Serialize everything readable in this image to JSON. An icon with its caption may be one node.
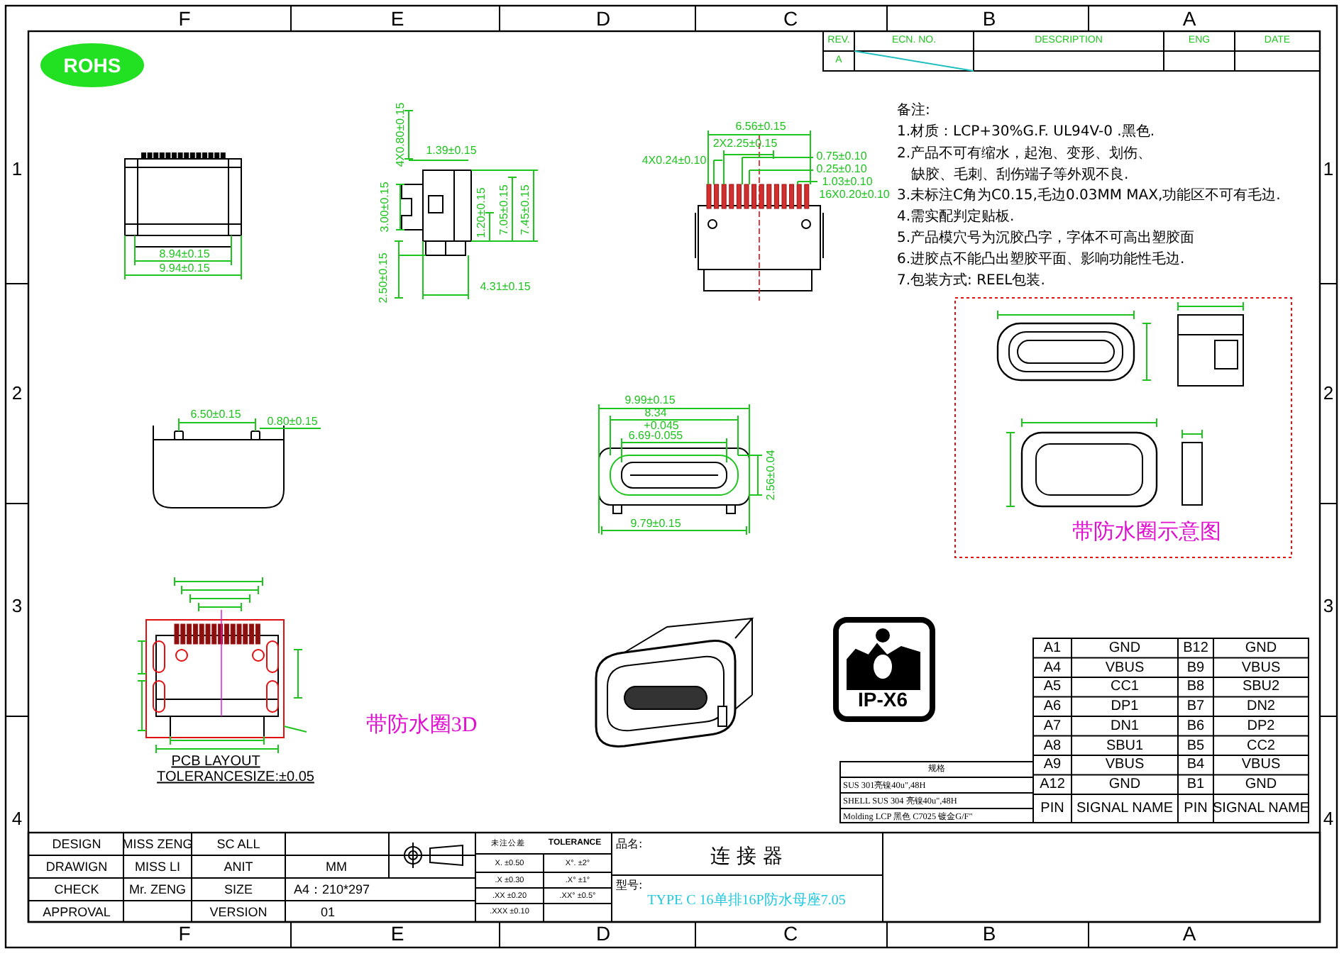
{
  "diagram": {
    "labels": [
      "F",
      "E",
      "D",
      "C",
      "B",
      "A",
      "1",
      "2",
      "3",
      "4",
      "1",
      "2",
      "3",
      "4",
      "ROHS",
      "REV.",
      "ECN. NO.",
      "DESCRIPTION",
      "ENG",
      "DATE",
      "A",
      "备注:",
      "1.材质：LCP+30%G.F. UL94V-0 .黑色.",
      "2.产品不可有缩水，起泡、变形、划伤、缺胶、毛刺、刮伤端子等外观不良.",
      "3.未标注C角为C0.15,毛边0.03MM MAX,功能区不可有毛边.",
      "4.需实配判定贴板.",
      "5.产品模穴号为沉胶凸字，字体不可高出塑胶面",
      "6.进胶点不能凸出塑胶平面、影响功能性毛边.",
      "7.包装方式: REEL包装.",
      "8.94±0.15",
      "9.94±0.15",
      "4X0.80±0.15",
      "1.39±0.15",
      "3.00±0.15",
      "1.20±0.15",
      "7.05±0.15",
      "7.45±0.15",
      "2.50±0.15",
      "4.31±0.15",
      "6.56±0.15",
      "2X2.25±0.15",
      "4X0.24±0.10",
      "0.75±0.10",
      "0.25±0.10",
      "1.03±0.10",
      "16X0.20±0.10",
      "6.50±0.15",
      "0.80±0.15",
      "9.99±0.15",
      "8.34",
      "+0.045",
      "6.69-0.055",
      "2.56±0.04",
      "9.79±0.15",
      "带防水圈示意图",
      "带防水圈3D",
      "PCB LAYOUT",
      "TOLERANCESIZE:±0.05",
      "IP-X6",
      "A1",
      "GND",
      "B12",
      "GND",
      "A4",
      "VBUS",
      "B9",
      "VBUS",
      "A5",
      "CC1",
      "B8",
      "SBU2",
      "A6",
      "DP1",
      "B7",
      "DN2",
      "A7",
      "DN1",
      "B6",
      "DP2",
      "A8",
      "SBU1",
      "B5",
      "CC2",
      "A9",
      "VBUS",
      "B4",
      "VBUS",
      "A12",
      "GND",
      "B1",
      "GND",
      "PIN",
      "SIGNAL NAME",
      "PIN",
      "SIGNAL NAME",
      "规格",
      "SUS 301亮镍40u\",48H",
      "SHELL SUS 304 亮镍40u\",48H",
      "Molding LCP 黑色 C7025 镀金G/F\"",
      "DESIGN",
      "MISS ZENG",
      "SC ALL",
      "DRAWIGN",
      "MISS LI",
      "ANIT",
      "MM",
      "CHECK",
      "Mr. ZENG",
      "SIZE",
      "A4：210*297",
      "APPROVAL",
      "VERSION",
      "01",
      "未注公差",
      "TOLERANCE",
      "X. ±0.50",
      "X°. ±2°",
      ".X ±0.30",
      ".X° ±1°",
      ".XX ±0.20",
      ".XX° ±0.5°",
      ".XXX ±0.10",
      "品名:",
      "连 接 器",
      "型号:",
      "TYPE C 16单排16P防水母座7.05",
      "F",
      "E",
      "D",
      "C",
      "B",
      "A"
    ]
  }
}
